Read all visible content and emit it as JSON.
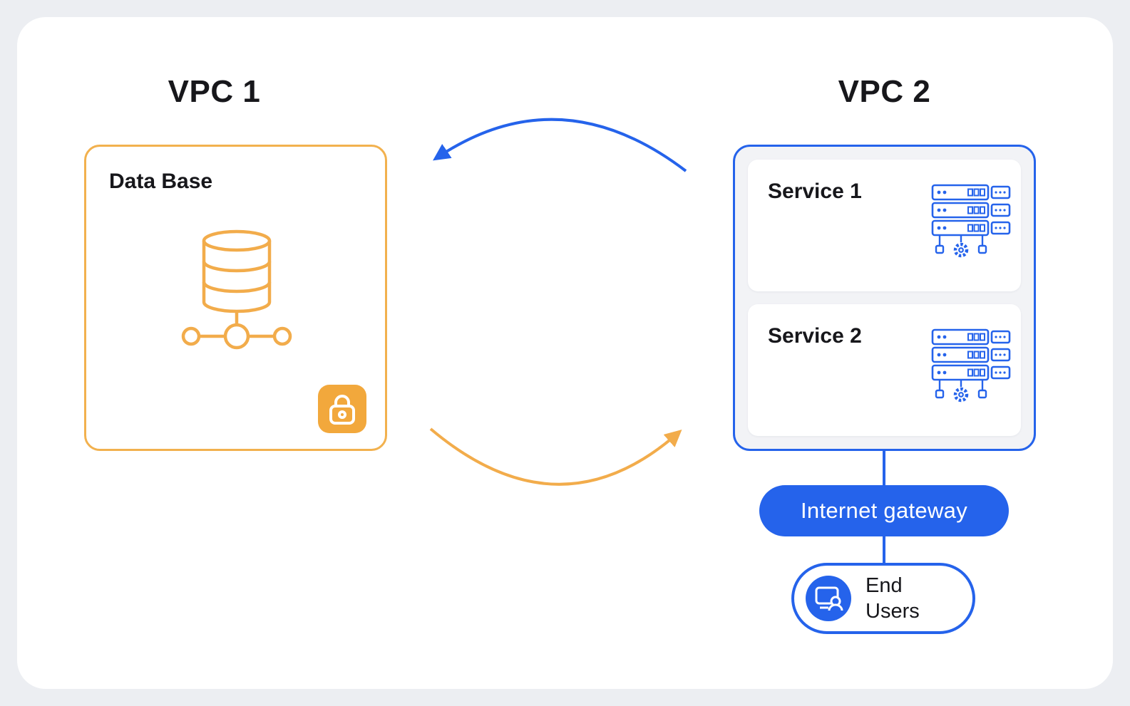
{
  "colors": {
    "background": "#ECEEF2",
    "surface": "#FFFFFF",
    "orange": "#F2AC4B",
    "orange_badge": "#F2A83C",
    "blue": "#2563EB",
    "text": "#17171B",
    "vpc2_fill": "#F2F3F6"
  },
  "vpc1": {
    "title": "VPC 1",
    "label": "Data Base",
    "icons": [
      "database-network-icon",
      "lock-icon"
    ]
  },
  "vpc2": {
    "title": "VPC 2",
    "services": [
      {
        "label": "Service 1",
        "icon": "server-rack-icon"
      },
      {
        "label": "Service 2",
        "icon": "server-rack-icon"
      }
    ]
  },
  "gateway": {
    "label": "Internet gateway"
  },
  "end_users": {
    "label": "End Users",
    "icon": "end-users-icon"
  },
  "arrows": [
    {
      "name": "vpc2-to-vpc1-arrow",
      "color": "#2563EB",
      "direction": "right-to-left"
    },
    {
      "name": "vpc1-to-vpc2-arrow",
      "color": "#F2AC4B",
      "direction": "left-to-right"
    }
  ]
}
